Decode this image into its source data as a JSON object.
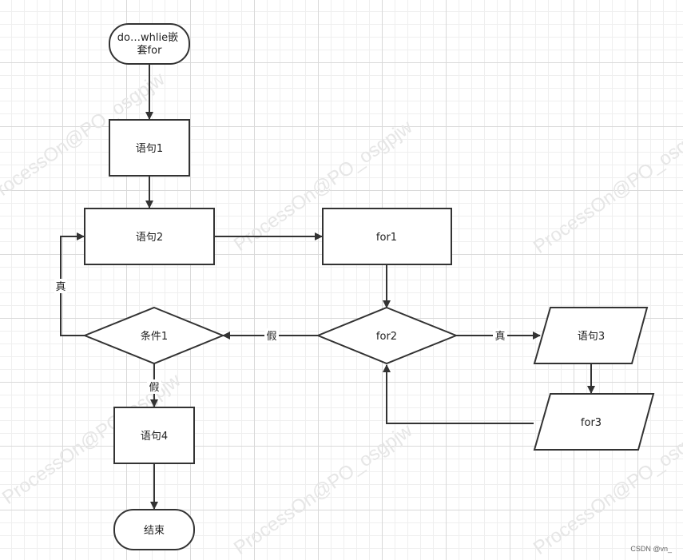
{
  "watermark": "ProcessOn@PO_osgpjw",
  "credit": "CSDN @vn_",
  "nodes": {
    "start": "do…whlie嵌\n套for",
    "stmt1": "语句1",
    "stmt2": "语句2",
    "for1": "for1",
    "for2": "for2",
    "cond1": "条件1",
    "stmt3": "语句3",
    "for3": "for3",
    "stmt4": "语句4",
    "end": "结束"
  },
  "edge_labels": {
    "cond1_true": "真",
    "for2_false": "假",
    "for2_true": "真",
    "cond1_false": "假"
  }
}
